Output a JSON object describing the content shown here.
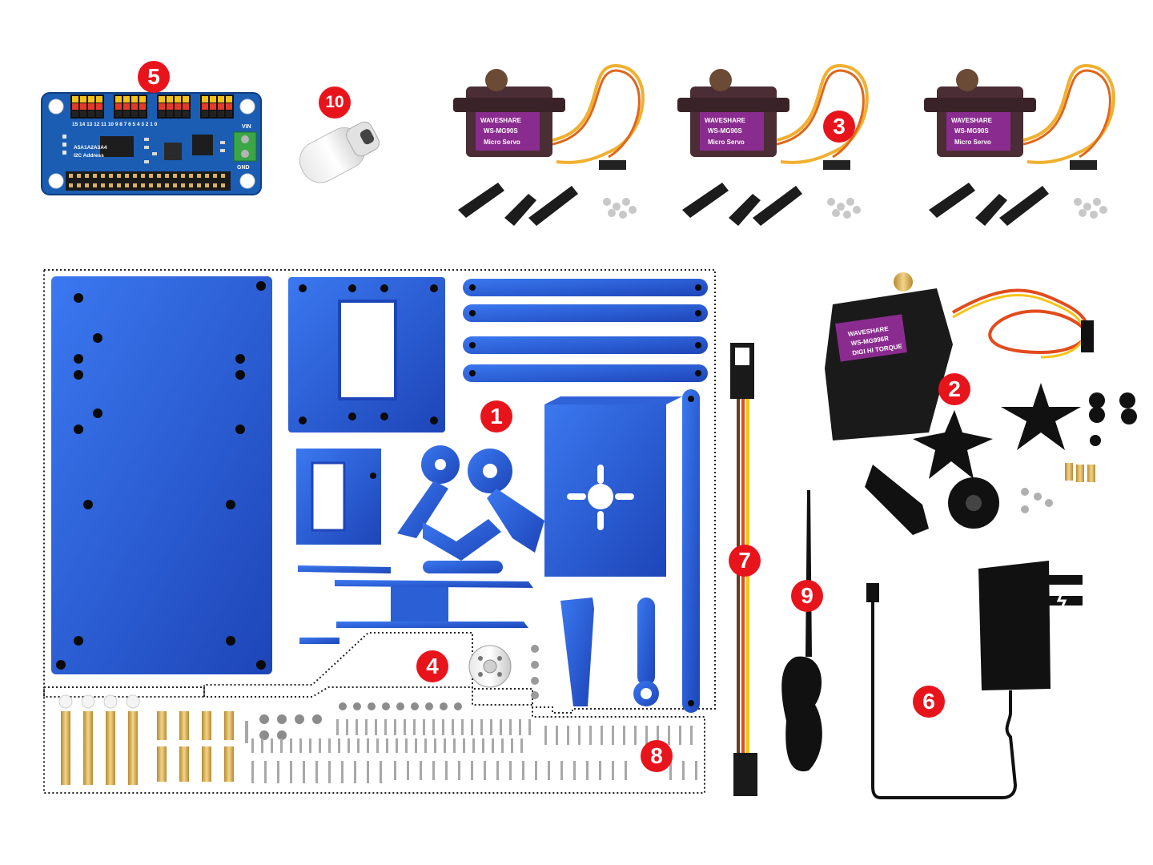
{
  "callouts": [
    {
      "id": "1",
      "label": "1"
    },
    {
      "id": "2",
      "label": "2"
    },
    {
      "id": "3",
      "label": "3"
    },
    {
      "id": "4",
      "label": "4"
    },
    {
      "id": "5",
      "label": "5"
    },
    {
      "id": "6",
      "label": "6"
    },
    {
      "id": "7",
      "label": "7"
    },
    {
      "id": "8",
      "label": "8"
    },
    {
      "id": "9",
      "label": "9"
    },
    {
      "id": "10",
      "label": "10"
    }
  ],
  "driver_board": {
    "vin_label": "VIN",
    "gnd_label": "GND",
    "address_label": "I2C Address",
    "address_pins": "A5A1A2A3A4",
    "channel_numbers": "15 14 13 12   11 10 9 8   7 6 5 4   3 2 1 0"
  },
  "micro_servo": {
    "brand": "WAVESHARE",
    "model": "WS-MG90S",
    "type": "Micro Servo"
  },
  "large_servo": {
    "brand": "WAVESHARE",
    "model": "WS-MG996R",
    "type": "DIGI HI TORQUE"
  },
  "colors": {
    "callout": "#e8141c",
    "acrylic_blue": "#2457d6",
    "pcb_blue": "#1a5fb4",
    "servo_purple": "#8a2b8f",
    "brass": "#d8b25a"
  }
}
